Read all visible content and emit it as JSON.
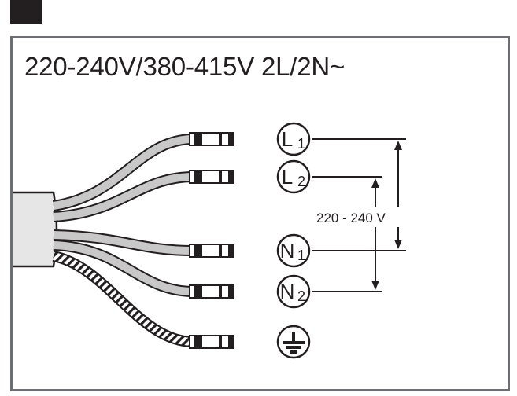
{
  "heading": "220-240V/380-415V 2L/2N~",
  "terminals": [
    {
      "letter": "L",
      "index": "1",
      "kind": "line"
    },
    {
      "letter": "L",
      "index": "2",
      "kind": "line"
    },
    {
      "letter": "N",
      "index": "1",
      "kind": "neutral"
    },
    {
      "letter": "N",
      "index": "2",
      "kind": "neutral"
    },
    {
      "letter": "",
      "index": "",
      "kind": "earth"
    }
  ],
  "voltage_label": "220 - 240 V",
  "colors": {
    "ink": "#231f20",
    "frame": "#6d6e71",
    "wire_insulation": "#c8c8c8",
    "sheath": "#e6e6e6",
    "marker": "#231f20"
  },
  "icons": {
    "earth": "earth-ground-icon"
  }
}
